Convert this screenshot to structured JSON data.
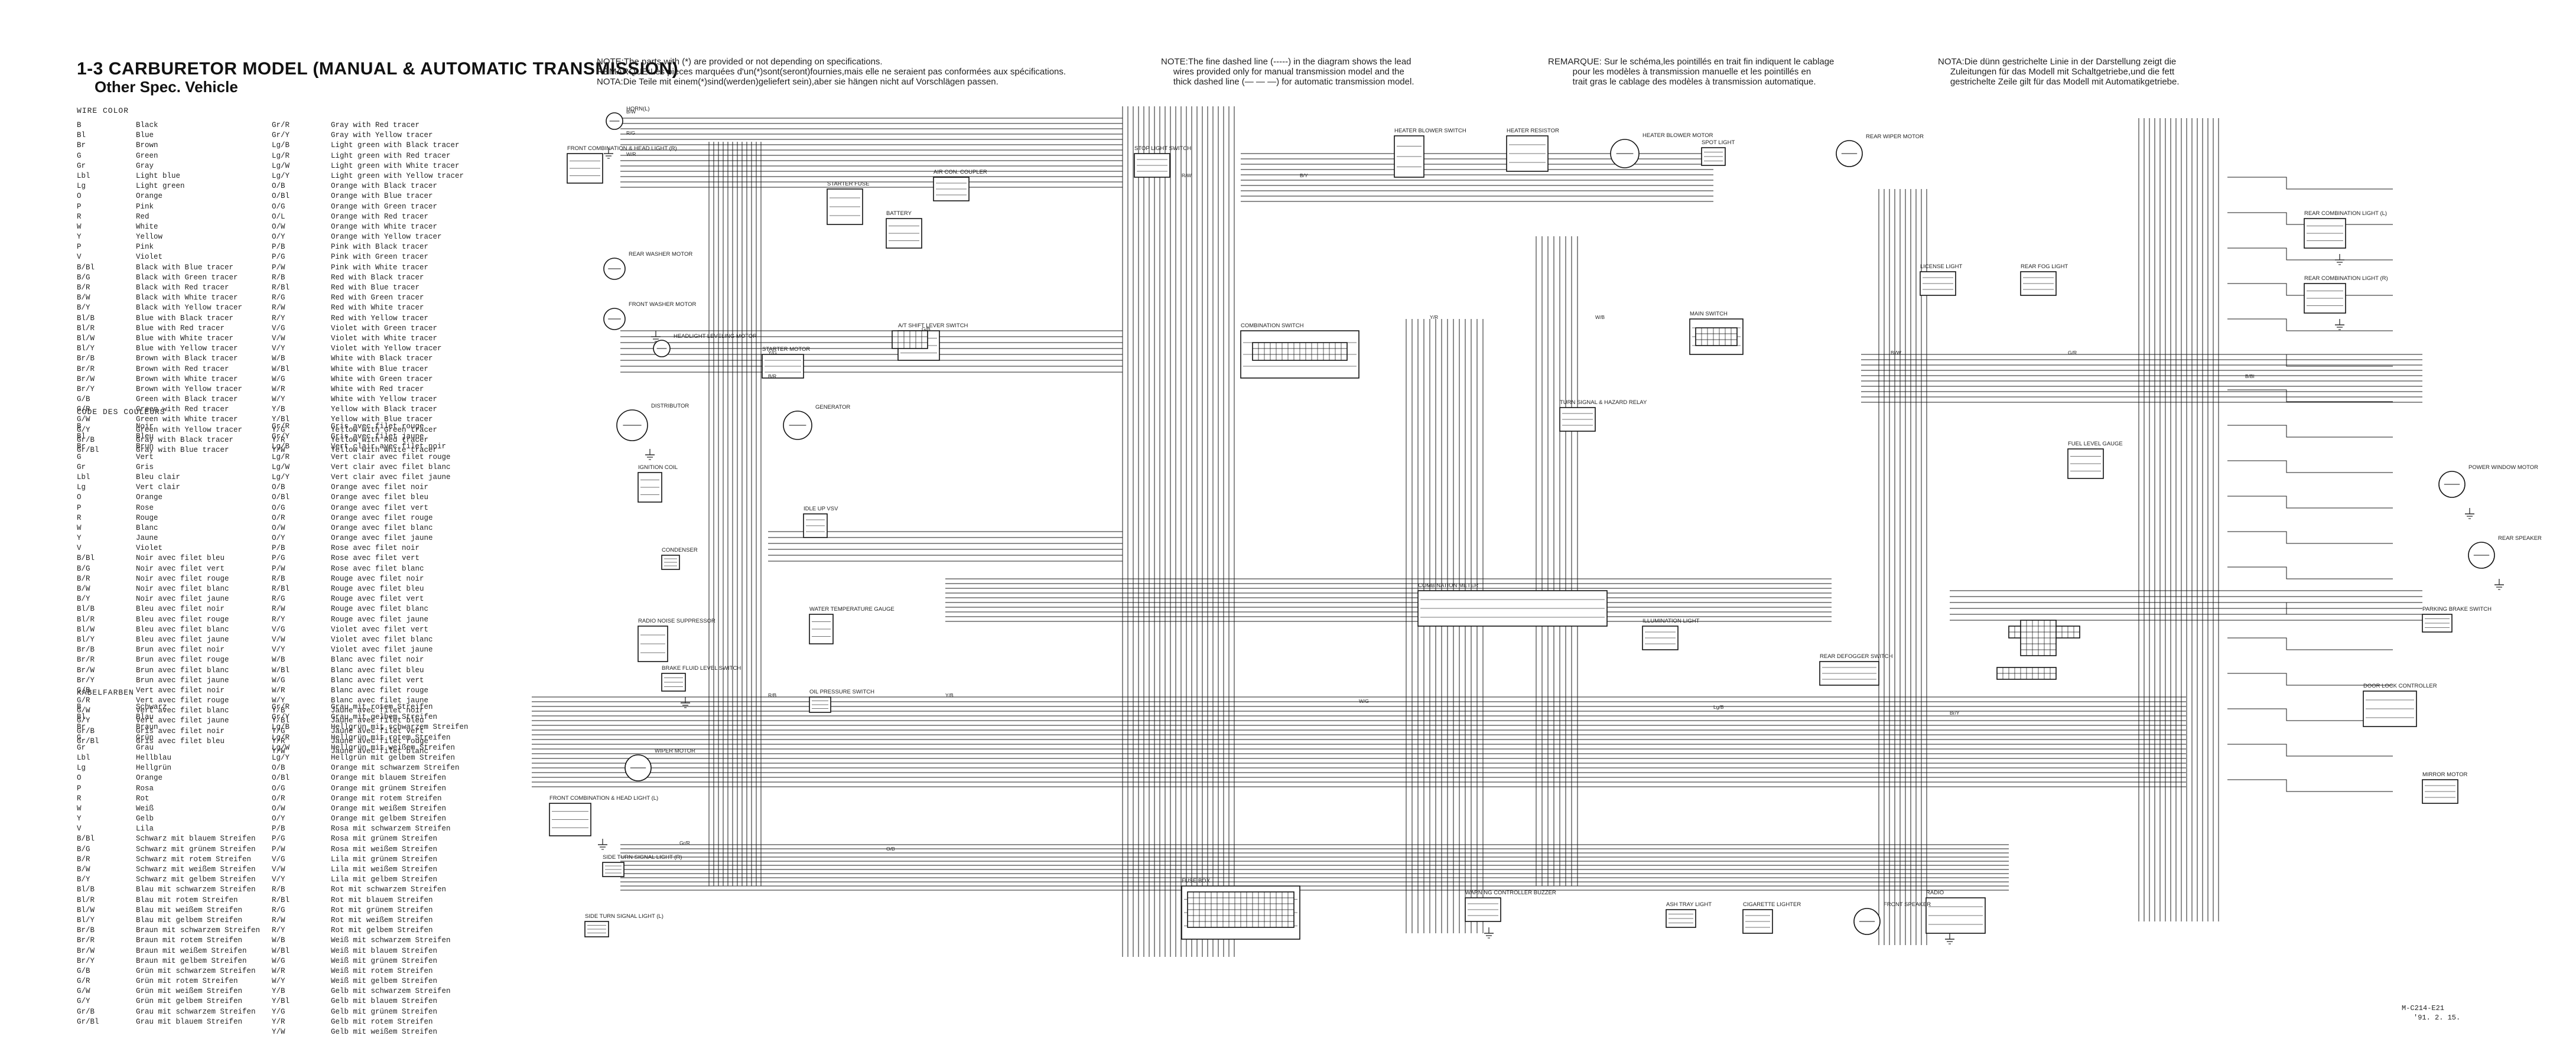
{
  "title": "1-3 CARBURETOR MODEL (MANUAL & AUTOMATIC TRANSMISSION)",
  "subtitle": "Other Spec. Vehicle",
  "notes": {
    "note1": "NOTE:The parts with (*) are provided or not depending on specifications.\nREMARQUE:Les pièces marquées d'un(*)sont(seront)fournies,mais elle ne seraient pas conformées aux spécifications.\nNOTA:Die Teile mit einem(*)sind(werden)geliefert sein),aber sie hängen nicht auf Vorschlägen passen.",
    "note2": "NOTE:The fine dashed line (-----) in the diagram shows the lead\n     wires provided only for manual transmission model and the\n     thick dashed line (— — —) for automatic transmission model.",
    "note3": "REMARQUE: Sur le schéma,les pointillés en trait fin indiquent le cablage\n          pour les modèles à transmission manuelle et les pointillés en\n          trait gras le cablage des modèles à transmission automatique.",
    "note4": "NOTA:Die dünn gestrichelte Linie in der Darstellung zeigt die\n     Zuleitungen für das Modell mit Schaltgetriebe,und die fett\n     gestrichelte Zeile gilt für das Modell mit Automatikgetriebe."
  },
  "legend_en": {
    "heading": "WIRE COLOR",
    "rows": [
      [
        "B",
        "Black",
        "Gr/R",
        "Gray with Red tracer"
      ],
      [
        "Bl",
        "Blue",
        "Gr/Y",
        "Gray with Yellow tracer"
      ],
      [
        "Br",
        "Brown",
        "Lg/B",
        "Light green with Black tracer"
      ],
      [
        "G",
        "Green",
        "Lg/R",
        "Light green with Red tracer"
      ],
      [
        "Gr",
        "Gray",
        "Lg/W",
        "Light green with White tracer"
      ],
      [
        "Lbl",
        "Light blue",
        "Lg/Y",
        "Light green with Yellow tracer"
      ],
      [
        "Lg",
        "Light green",
        "O/B",
        "Orange with Black tracer"
      ],
      [
        "O",
        "Orange",
        "O/Bl",
        "Orange with Blue tracer"
      ],
      [
        "P",
        "Pink",
        "O/G",
        "Orange with Green tracer"
      ],
      [
        "R",
        "Red",
        "O/L",
        "Orange with Red tracer"
      ],
      [
        "W",
        "White",
        "O/W",
        "Orange with White tracer"
      ],
      [
        "Y",
        "Yellow",
        "O/Y",
        "Orange with Yellow tracer"
      ],
      [
        "P",
        "Pink",
        "P/B",
        "Pink with Black tracer"
      ],
      [
        "V",
        "Violet",
        "P/G",
        "Pink with Green tracer"
      ],
      [
        "B/Bl",
        "Black with Blue tracer",
        "P/W",
        "Pink with White tracer"
      ],
      [
        "B/G",
        "Black with Green tracer",
        "R/B",
        "Red with Black tracer"
      ],
      [
        "B/R",
        "Black with Red tracer",
        "R/Bl",
        "Red with Blue tracer"
      ],
      [
        "B/W",
        "Black with White tracer",
        "R/G",
        "Red with Green tracer"
      ],
      [
        "B/Y",
        "Black with Yellow tracer",
        "R/W",
        "Red with White tracer"
      ],
      [
        "Bl/B",
        "Blue with Black tracer",
        "R/Y",
        "Red with Yellow tracer"
      ],
      [
        "Bl/R",
        "Blue with Red tracer",
        "V/G",
        "Violet with Green tracer"
      ],
      [
        "Bl/W",
        "Blue with White tracer",
        "V/W",
        "Violet with White tracer"
      ],
      [
        "Bl/Y",
        "Blue with Yellow tracer",
        "V/Y",
        "Violet with Yellow tracer"
      ],
      [
        "Br/B",
        "Brown with Black tracer",
        "W/B",
        "White with Black tracer"
      ],
      [
        "Br/R",
        "Brown with Red tracer",
        "W/Bl",
        "White with Blue tracer"
      ],
      [
        "Br/W",
        "Brown with White tracer",
        "W/G",
        "White with Green tracer"
      ],
      [
        "Br/Y",
        "Brown with Yellow tracer",
        "W/R",
        "White with Red tracer"
      ],
      [
        "G/B",
        "Green with Black tracer",
        "W/Y",
        "White with Yellow tracer"
      ],
      [
        "G/R",
        "Green with Red tracer",
        "Y/B",
        "Yellow with Black tracer"
      ],
      [
        "G/W",
        "Green with White tracer",
        "Y/Bl",
        "Yellow with Blue tracer"
      ],
      [
        "G/Y",
        "Green with Yellow tracer",
        "Y/G",
        "Yellow with Green tracer"
      ],
      [
        "Gr/B",
        "Gray with Black tracer",
        "Y/R",
        "Yellow with Red tracer"
      ],
      [
        "Gr/Bl",
        "Gray with Blue tracer",
        "Y/W",
        "Yellow with White tracer"
      ]
    ]
  },
  "legend_fr": {
    "heading": "CODE DES COULEURS",
    "rows": [
      [
        "B",
        "Noir",
        "Gr/R",
        "Gris avec filet rouge"
      ],
      [
        "Bl",
        "Bleu",
        "Gr/Y",
        "Gris avec filet jaune"
      ],
      [
        "Br",
        "Brun",
        "Lg/B",
        "Vert clair avec filet noir"
      ],
      [
        "G",
        "Vert",
        "Lg/R",
        "Vert clair avec filet rouge"
      ],
      [
        "Gr",
        "Gris",
        "Lg/W",
        "Vert clair avec filet blanc"
      ],
      [
        "Lbl",
        "Bleu clair",
        "Lg/Y",
        "Vert clair avec filet jaune"
      ],
      [
        "Lg",
        "Vert clair",
        "O/B",
        "Orange avec filet noir"
      ],
      [
        "O",
        "Orange",
        "O/Bl",
        "Orange avec filet bleu"
      ],
      [
        "P",
        "Rose",
        "O/G",
        "Orange avec filet vert"
      ],
      [
        "R",
        "Rouge",
        "O/R",
        "Orange avec filet rouge"
      ],
      [
        "W",
        "Blanc",
        "O/W",
        "Orange avec filet blanc"
      ],
      [
        "Y",
        "Jaune",
        "O/Y",
        "Orange avec filet jaune"
      ],
      [
        "V",
        "Violet",
        "P/B",
        "Rose avec filet noir"
      ],
      [
        "B/Bl",
        "Noir avec filet bleu",
        "P/G",
        "Rose avec filet vert"
      ],
      [
        "B/G",
        "Noir avec filet vert",
        "P/W",
        "Rose avec filet blanc"
      ],
      [
        "B/R",
        "Noir avec filet rouge",
        "R/B",
        "Rouge avec filet noir"
      ],
      [
        "B/W",
        "Noir avec filet blanc",
        "R/Bl",
        "Rouge avec filet bleu"
      ],
      [
        "B/Y",
        "Noir avec filet jaune",
        "R/G",
        "Rouge avec filet vert"
      ],
      [
        "Bl/B",
        "Bleu avec filet noir",
        "R/W",
        "Rouge avec filet blanc"
      ],
      [
        "Bl/R",
        "Bleu avec filet rouge",
        "R/Y",
        "Rouge avec filet jaune"
      ],
      [
        "Bl/W",
        "Bleu avec filet blanc",
        "V/G",
        "Violet avec filet vert"
      ],
      [
        "Bl/Y",
        "Bleu avec filet jaune",
        "V/W",
        "Violet avec filet blanc"
      ],
      [
        "Br/B",
        "Brun avec filet noir",
        "V/Y",
        "Violet avec filet jaune"
      ],
      [
        "Br/R",
        "Brun avec filet rouge",
        "W/B",
        "Blanc avec filet noir"
      ],
      [
        "Br/W",
        "Brun avec filet blanc",
        "W/Bl",
        "Blanc avec filet bleu"
      ],
      [
        "Br/Y",
        "Brun avec filet jaune",
        "W/G",
        "Blanc avec filet vert"
      ],
      [
        "G/B",
        "Vert avec filet noir",
        "W/R",
        "Blanc avec filet rouge"
      ],
      [
        "G/R",
        "Vert avec filet rouge",
        "W/Y",
        "Blanc avec filet jaune"
      ],
      [
        "G/W",
        "Vert avec filet blanc",
        "Y/B",
        "Jaune avec filet noir"
      ],
      [
        "G/Y",
        "Vert avec filet jaune",
        "Y/Bl",
        "Jaune avec filet bleu"
      ],
      [
        "Gr/B",
        "Gris avec filet noir",
        "Y/G",
        "Jaune avec filet vert"
      ],
      [
        "Gr/Bl",
        "Gris avec filet bleu",
        "Y/R",
        "Jaune avec filet rouge"
      ],
      [
        "",
        "",
        "Y/W",
        "Jaune avec filet blanc"
      ]
    ]
  },
  "legend_de": {
    "heading": "KABELFARBEN",
    "rows": [
      [
        "B",
        "Schwarz",
        "Gr/R",
        "Grau mit rotem Streifen"
      ],
      [
        "Bl",
        "Blau",
        "Gr/Y",
        "Grau mit gelbem Streifen"
      ],
      [
        "Br",
        "Braun",
        "Lg/B",
        "Hellgrün mit schwarzem Streifen"
      ],
      [
        "G",
        "Grün",
        "Lg/R",
        "Hellgrün mit rotem Streifen"
      ],
      [
        "Gr",
        "Grau",
        "Lg/W",
        "Hellgrün mit weißem Streifen"
      ],
      [
        "Lbl",
        "Hellblau",
        "Lg/Y",
        "Hellgrün mit gelbem Streifen"
      ],
      [
        "Lg",
        "Hellgrün",
        "O/B",
        "Orange mit schwarzem Streifen"
      ],
      [
        "O",
        "Orange",
        "O/Bl",
        "Orange mit blauem Streifen"
      ],
      [
        "P",
        "Rosa",
        "O/G",
        "Orange mit grünem Streifen"
      ],
      [
        "R",
        "Rot",
        "O/R",
        "Orange mit rotem Streifen"
      ],
      [
        "W",
        "Weiß",
        "O/W",
        "Orange mit weißem Streifen"
      ],
      [
        "Y",
        "Gelb",
        "O/Y",
        "Orange mit gelbem Streifen"
      ],
      [
        "V",
        "Lila",
        "P/B",
        "Rosa mit schwarzem Streifen"
      ],
      [
        "B/Bl",
        "Schwarz mit blauem Streifen",
        "P/G",
        "Rosa mit grünem Streifen"
      ],
      [
        "B/G",
        "Schwarz mit grünem Streifen",
        "P/W",
        "Rosa mit weißem Streifen"
      ],
      [
        "B/R",
        "Schwarz mit rotem Streifen",
        "V/G",
        "Lila mit grünem Streifen"
      ],
      [
        "B/W",
        "Schwarz mit weißem Streifen",
        "V/W",
        "Lila mit weißem Streifen"
      ],
      [
        "B/Y",
        "Schwarz mit gelbem Streifen",
        "V/Y",
        "Lila mit gelbem Streifen"
      ],
      [
        "Bl/B",
        "Blau mit schwarzem Streifen",
        "R/B",
        "Rot mit schwarzem Streifen"
      ],
      [
        "Bl/R",
        "Blau mit rotem Streifen",
        "R/Bl",
        "Rot mit blauem Streifen"
      ],
      [
        "Bl/W",
        "Blau mit weißem Streifen",
        "R/G",
        "Rot mit grünem Streifen"
      ],
      [
        "Bl/Y",
        "Blau mit gelbem Streifen",
        "R/W",
        "Rot mit weißem Streifen"
      ],
      [
        "Br/B",
        "Braun mit schwarzem Streifen",
        "R/Y",
        "Rot mit gelbem Streifen"
      ],
      [
        "Br/R",
        "Braun mit rotem Streifen",
        "W/B",
        "Weiß mit schwarzem Streifen"
      ],
      [
        "Br/W",
        "Braun mit weißem Streifen",
        "W/Bl",
        "Weiß mit blauem Streifen"
      ],
      [
        "Br/Y",
        "Braun mit gelbem Streifen",
        "W/G",
        "Weiß mit grünem Streifen"
      ],
      [
        "G/B",
        "Grün mit schwarzem Streifen",
        "W/R",
        "Weiß mit rotem Streifen"
      ],
      [
        "G/R",
        "Grün mit rotem Streifen",
        "W/Y",
        "Weiß mit gelbem Streifen"
      ],
      [
        "G/W",
        "Grün mit weißem Streifen",
        "Y/B",
        "Gelb mit schwarzem Streifen"
      ],
      [
        "G/Y",
        "Grün mit gelbem Streifen",
        "Y/Bl",
        "Gelb mit blauem Streifen"
      ],
      [
        "Gr/B",
        "Grau mit schwarzem Streifen",
        "Y/G",
        "Gelb mit grünem Streifen"
      ],
      [
        "Gr/Bl",
        "Grau mit blauem Streifen",
        "Y/R",
        "Gelb mit rotem Streifen"
      ],
      [
        "",
        "",
        "Y/W",
        "Gelb mit weißem Streifen"
      ]
    ]
  },
  "components": [
    {
      "id": "horn",
      "label": "HORN(L)"
    },
    {
      "id": "front_combo_r",
      "label": "FRONT COMBINATION & HEAD LIGHT (R)"
    },
    {
      "id": "rear_washer",
      "label": "REAR WASHER MOTOR"
    },
    {
      "id": "front_washer",
      "label": "FRONT WASHER MOTOR"
    },
    {
      "id": "headlight_leveling",
      "label": "HEADLIGHT LEVELING MOTOR"
    },
    {
      "id": "distributor",
      "label": "DISTRIBUTOR"
    },
    {
      "id": "ignition_coil",
      "label": "IGNITION COIL"
    },
    {
      "id": "idle_up_vsv",
      "label": "IDLE UP VSV"
    },
    {
      "id": "condenser",
      "label": "CONDENSER"
    },
    {
      "id": "radio_noise",
      "label": "RADIO NOISE SUPPRESSOR"
    },
    {
      "id": "brake_fluid",
      "label": "BRAKE FLUID LEVEL SWITCH"
    },
    {
      "id": "wiper_motor",
      "label": "WIPER MOTOR"
    },
    {
      "id": "front_combo_l",
      "label": "FRONT COMBINATION & HEAD LIGHT (L)"
    },
    {
      "id": "side_turn_l",
      "label": "SIDE TURN SIGNAL LIGHT (L)"
    },
    {
      "id": "side_turn_r",
      "label": "SIDE TURN SIGNAL LIGHT (R)"
    },
    {
      "id": "starter",
      "label": "STARTER MOTOR"
    },
    {
      "id": "battery",
      "label": "BATTERY"
    },
    {
      "id": "fusible_link",
      "label": "STARTER FUSE"
    },
    {
      "id": "aircon_coupler",
      "label": "AIR CON. COUPLER"
    },
    {
      "id": "alternator",
      "label": "GENERATOR"
    },
    {
      "id": "oil_pressure",
      "label": "OIL PRESSURE SWITCH"
    },
    {
      "id": "water_temp",
      "label": "WATER TEMPERATURE GAUGE"
    },
    {
      "id": "at_shift",
      "label": "A/T SHIFT LEVER SWITCH"
    },
    {
      "id": "stop_light",
      "label": "STOP LIGHT SWITCH"
    },
    {
      "id": "heater_blower",
      "label": "HEATER BLOWER SWITCH"
    },
    {
      "id": "heater_resistor",
      "label": "HEATER RESISTOR"
    },
    {
      "id": "heater_motor",
      "label": "HEATER BLOWER MOTOR"
    },
    {
      "id": "spot_light",
      "label": "SPOT LIGHT"
    },
    {
      "id": "combination_switch",
      "label": "COMBINATION SWITCH"
    },
    {
      "id": "main_switch",
      "label": "MAIN SWITCH"
    },
    {
      "id": "turn_hazard_relay",
      "label": "TURN SIGNAL & HAZARD RELAY"
    },
    {
      "id": "combination_meter",
      "label": "COMBINATION METER"
    },
    {
      "id": "illumination",
      "label": "ILLUMINATION LIGHT"
    },
    {
      "id": "fuse_box",
      "label": "FUSE BOX"
    },
    {
      "id": "warning_buzzer",
      "label": "WARNING CONTROLLER BUZZER"
    },
    {
      "id": "ash_tray",
      "label": "ASH TRAY LIGHT"
    },
    {
      "id": "cigarette",
      "label": "CIGARETTE LIGHTER"
    },
    {
      "id": "rear_defogger",
      "label": "REAR DEFOGGER SWITCH"
    },
    {
      "id": "rear_wiper",
      "label": "REAR WIPER MOTOR"
    },
    {
      "id": "license_light",
      "label": "LICENSE LIGHT"
    },
    {
      "id": "rear_fog",
      "label": "REAR FOG LIGHT"
    },
    {
      "id": "rear_combo_l",
      "label": "REAR COMBINATION LIGHT (L)"
    },
    {
      "id": "rear_combo_r",
      "label": "REAR COMBINATION LIGHT (R)"
    },
    {
      "id": "fuel_gauge",
      "label": "FUEL LEVEL GAUGE"
    },
    {
      "id": "door_lock",
      "label": "DOOR LOCK CONTROLLER"
    },
    {
      "id": "power_window",
      "label": "POWER WINDOW MOTOR"
    },
    {
      "id": "rear_speaker",
      "label": "REAR SPEAKER"
    },
    {
      "id": "mirror_motor",
      "label": "MIRROR MOTOR"
    },
    {
      "id": "radio",
      "label": "RADIO"
    },
    {
      "id": "front_speaker",
      "label": "FRONT SPEAKER"
    },
    {
      "id": "parking_brake",
      "label": "PARKING BRAKE SWITCH"
    }
  ],
  "wire_labels": [
    "B/W",
    "R/G",
    "W/R",
    "Y/G",
    "B/R",
    "G/B",
    "R/W",
    "B/Y",
    "Y/R",
    "W/B",
    "Bl/W",
    "G/R",
    "B/Bl",
    "R/B",
    "Y/B",
    "W/G",
    "Lg/B",
    "Br/Y",
    "Gr/R",
    "O/B"
  ],
  "footer": {
    "code": "M-C214-E21",
    "date": "'91. 2. 15."
  }
}
